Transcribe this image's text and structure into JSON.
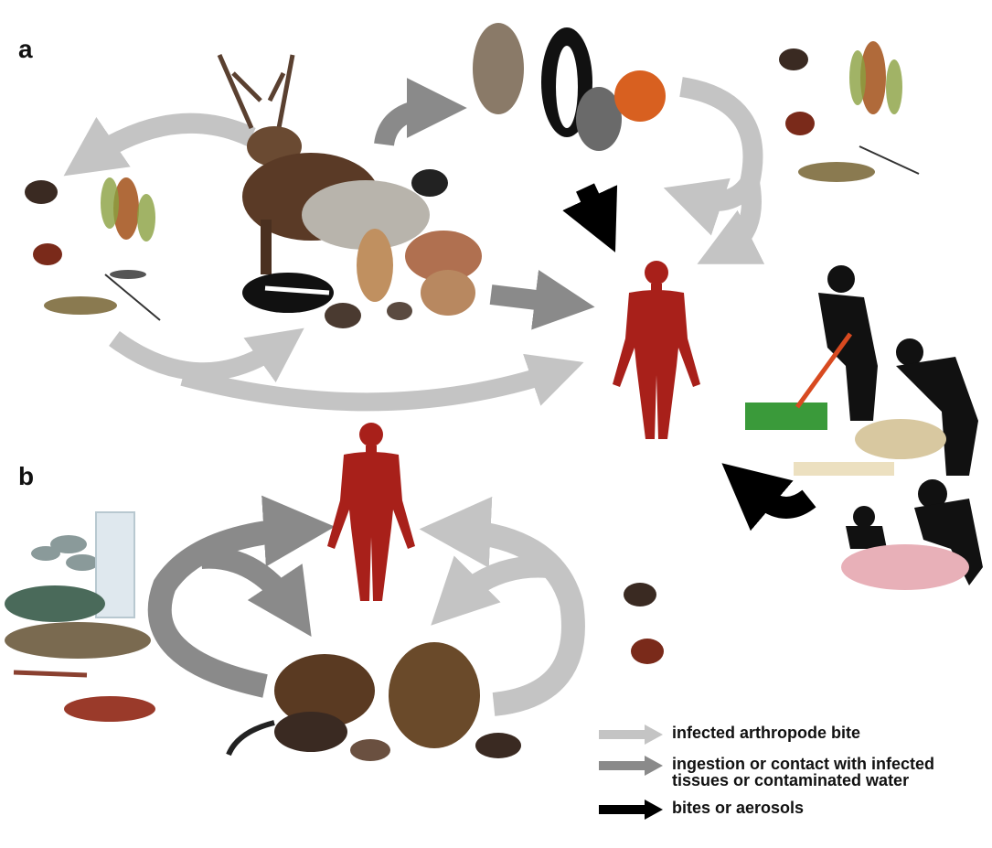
{
  "panels": {
    "a": {
      "label": "a"
    },
    "b": {
      "label": "b"
    }
  },
  "legend": [
    {
      "label": "infected arthropode bite",
      "color": "#c4c4c4"
    },
    {
      "label": "ingestion or contact with infected tissues or contaminated water",
      "color": "#8a8a8a"
    },
    {
      "label": "bites or aerosols",
      "color": "#000000"
    }
  ],
  "colors": {
    "human": "#a8201a",
    "arrow_light": "#c4c4c4",
    "arrow_mid": "#8a8a8a",
    "arrow_dark": "#000000"
  },
  "icons": {
    "arthropods": "tick-mosquito-fly-icon",
    "wildlife": "deer-sheep-skunk-rodent-icon",
    "pets": "coyote-dog-cat-fox-icon",
    "aquatic": "fish-crayfish-water-icon",
    "semiaquatic": "muskrat-beaver-vole-icon",
    "human": "human-silhouette-icon",
    "occupational": "gardener-butcher-hunter-icon"
  }
}
